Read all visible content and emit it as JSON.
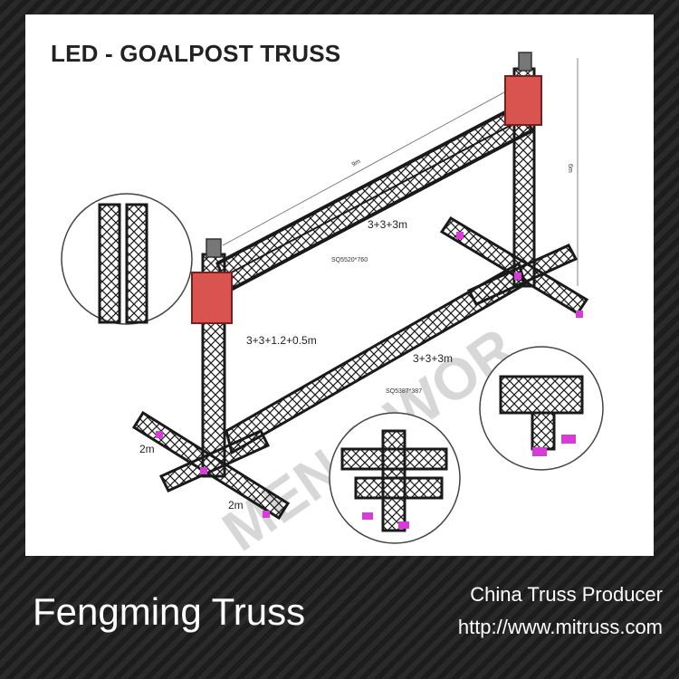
{
  "title": "LED - GOALPOST TRUSS",
  "labels": {
    "top_span": "3+3+3m",
    "top_model": "SQ5520*760",
    "mid_span": "3+3+1.2+0.5m",
    "bottom_span": "3+3+3m",
    "bottom_model": "SQ5387*387",
    "base_left": "2m",
    "base_front": "2m",
    "top_dim": "9m",
    "height_dim": "6m"
  },
  "watermark": "MEN A WOR",
  "footer": {
    "brand": "Fengming Truss",
    "producer": "China Truss Producer",
    "url": "http://www.mitruss.com"
  },
  "colors": {
    "truss": "#1a1a1a",
    "sleeve_block": "#d9534f",
    "base_plate": "#d63cd6",
    "background": "#ffffff",
    "footer_text": "#ffffff"
  }
}
